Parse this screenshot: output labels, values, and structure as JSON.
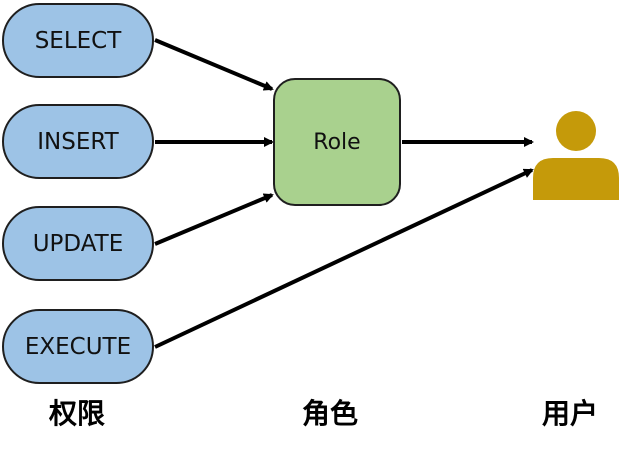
{
  "permissions": [
    "SELECT",
    "INSERT",
    "UPDATE",
    "EXECUTE"
  ],
  "role": {
    "label": "Role"
  },
  "user": {
    "icon": "user-icon"
  },
  "column_labels": {
    "permissions": "权限",
    "role": "角色",
    "user": "用户"
  },
  "colors": {
    "permission_fill": "#9dc3e6",
    "role_fill": "#a9d18e",
    "user_icon": "#c59a0a",
    "arrow": "#000000"
  }
}
